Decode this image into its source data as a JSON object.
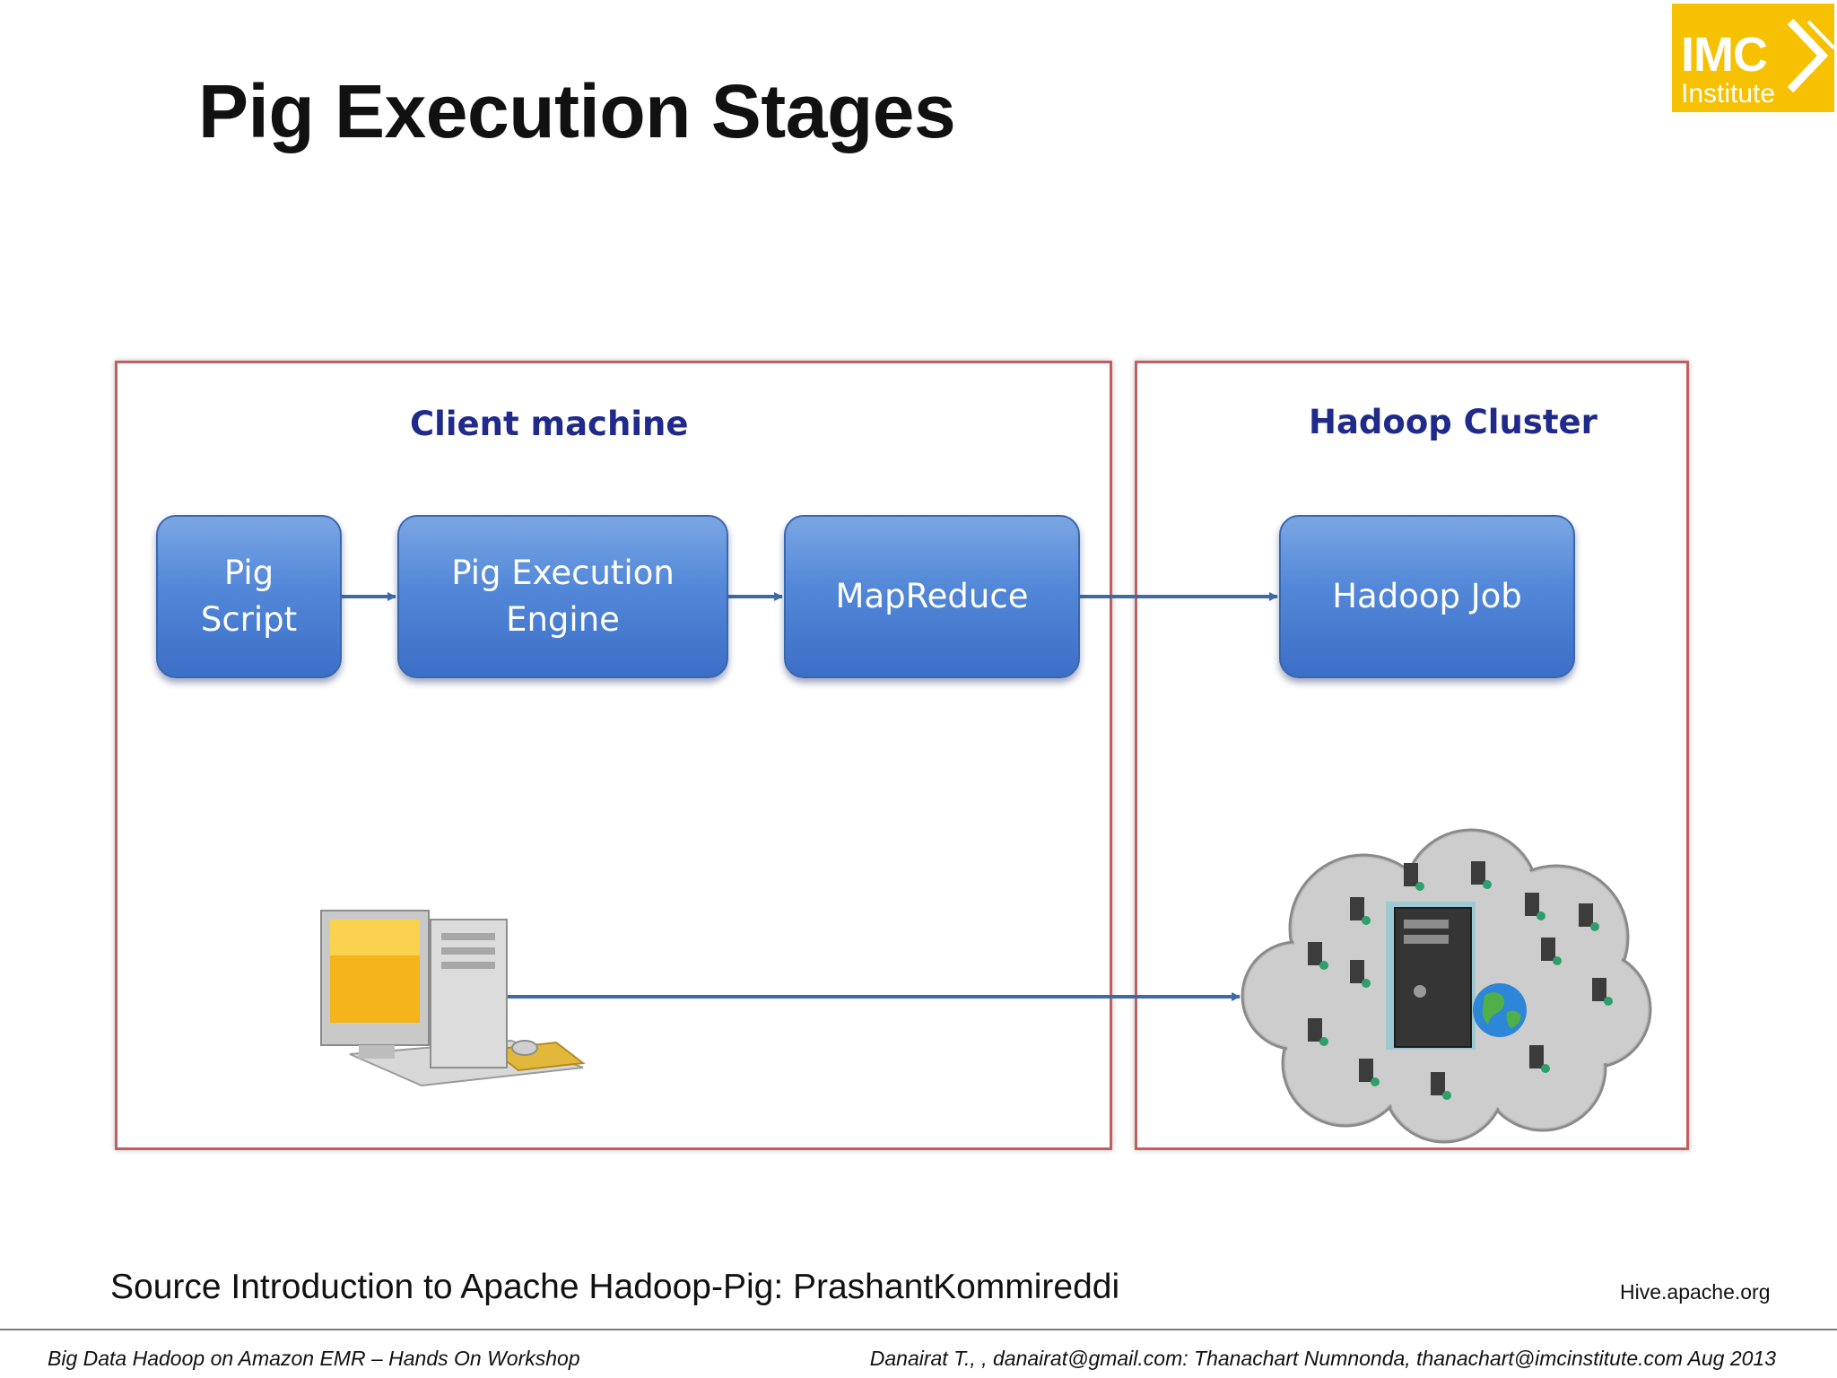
{
  "title": "Pig Execution Stages",
  "logo": {
    "line1": "IMC",
    "line2": "Institute",
    "color": "#f6c100"
  },
  "diagram": {
    "client_heading": "Client machine",
    "cluster_heading": "Hadoop Cluster",
    "stages": [
      {
        "label": "Pig\nScript"
      },
      {
        "label": "Pig Execution\nEngine"
      },
      {
        "label": "MapReduce"
      },
      {
        "label": "Hadoop Job"
      }
    ],
    "icons": [
      "desktop-computer-icon",
      "server-cloud-icon"
    ],
    "colors": {
      "box": "#4f82d3",
      "heading": "#1f2a8a",
      "panel_border": "#c25e5e",
      "arrow": "#3e6aa8"
    }
  },
  "footer": {
    "source": "Source Introduction to Apache Hadoop-Pig: PrashantKommireddi",
    "link": "Hive.apache.org",
    "left": "Big Data Hadoop on Amazon EMR – Hands On Workshop",
    "right": "Danairat T., , danairat@gmail.com:  Thanachart Numnonda,  thanachart@imcinstitute.com   Aug 2013"
  }
}
